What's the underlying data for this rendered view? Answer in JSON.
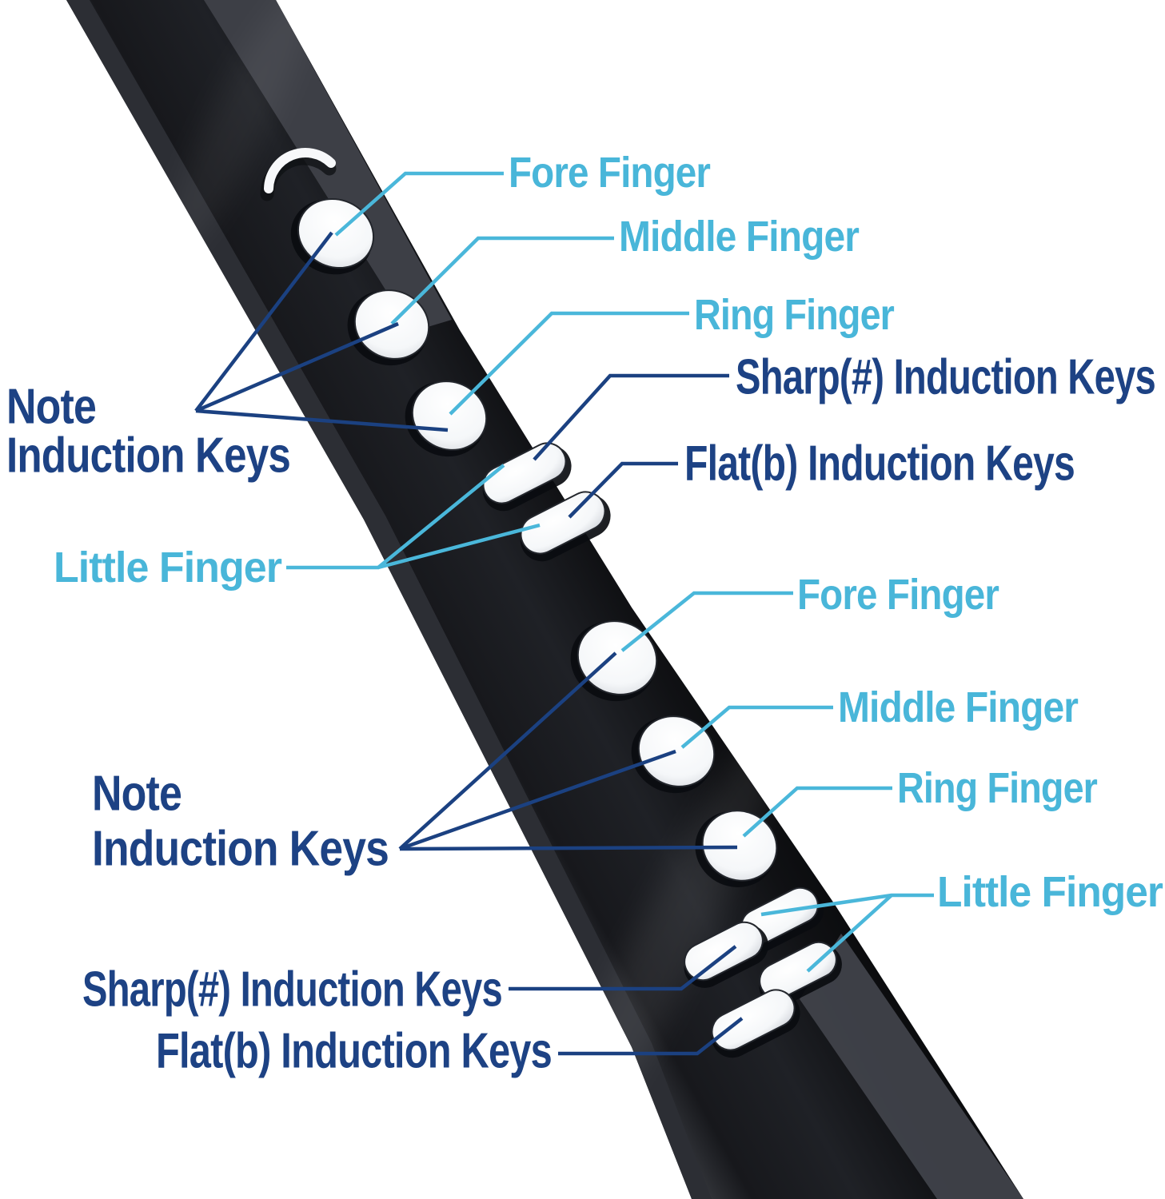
{
  "figure": {
    "kind": "product-annotation-diagram",
    "subject": "electronic wind instrument key layout"
  },
  "colors": {
    "finger_label_text": "#49b6d9",
    "finger_callout_line": "#4ab7da",
    "induction_label_text": "#1d4284",
    "induction_callout_line": "#1b4181",
    "background": "#ffffff",
    "instrument_body": "#17181c",
    "key_face": "#ffffff"
  },
  "labels": {
    "upper": {
      "fore": "Fore Finger",
      "middle": "Middle Finger",
      "ring": "Ring Finger",
      "sharp": "Sharp(#) Induction Keys",
      "flat": "Flat(b) Induction Keys",
      "note_line1": "Note",
      "note_line2": "Induction Keys",
      "little": "Little Finger"
    },
    "lower": {
      "fore": "Fore Finger",
      "middle": "Middle Finger",
      "ring": "Ring Finger",
      "little": "Little Finger",
      "note_line1": "Note",
      "note_line2": "Induction Keys",
      "sharp": "Sharp(#) Induction Keys",
      "flat": "Flat(b) Induction Keys"
    }
  }
}
